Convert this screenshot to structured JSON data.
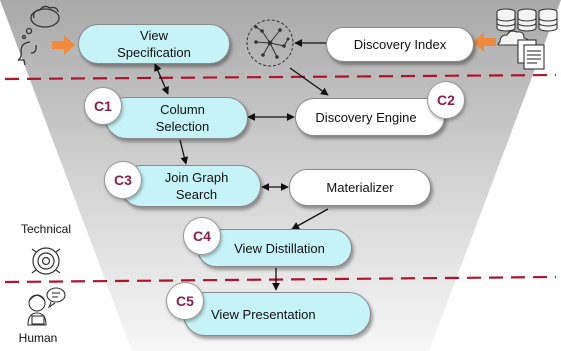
{
  "nodes": {
    "view_spec": [
      "View",
      "Specification"
    ],
    "discovery_index": "Discovery Index",
    "column_selection": [
      "Column",
      "Selection"
    ],
    "discovery_engine": "Discovery Engine",
    "join_graph_search": [
      "Join Graph",
      "Search"
    ],
    "materializer": "Materializer",
    "view_distillation": "View Distillation",
    "view_presentation": "View Presentation"
  },
  "badges": {
    "c1": "C1",
    "c2": "C2",
    "c3": "C3",
    "c4": "C4",
    "c5": "C5"
  },
  "labels": {
    "technical": "Technical",
    "human": "Human"
  },
  "colors": {
    "funnel_light": "#f7f7f7",
    "funnel_dark": "#a9a9a9",
    "component_fill": "#c6f3f7",
    "dashed_divider": "#b0142c",
    "input_arrow": "#f08a3c",
    "badge_text": "#8a1f4a"
  },
  "icons": [
    "thinking-person-icon",
    "network-graph-icon",
    "database-documents-icon",
    "gear-icon",
    "chat-person-icon",
    "presentation-person-icon"
  ]
}
